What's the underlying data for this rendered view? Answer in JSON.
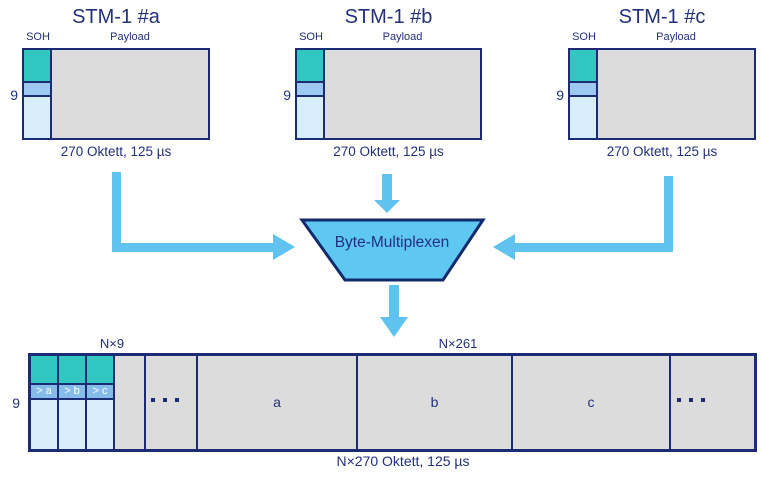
{
  "colors": {
    "navy": "#1c2c74",
    "teal": "#32c7c0",
    "sky_blue": "#5fc2ef",
    "pointer_blue": "#9dc8ef",
    "pointer_cell_blue": "#86bce9",
    "light_blue": "#d9eefb",
    "payload_gray": "#dcdcdc"
  },
  "stm_frames": [
    {
      "title": "STM-1 #a",
      "soh_label": "SOH",
      "payload_label": "Payload",
      "rows_label": "9",
      "caption": "270 Oktett, 125 µs"
    },
    {
      "title": "STM-1 #b",
      "soh_label": "SOH",
      "payload_label": "Payload",
      "rows_label": "9",
      "caption": "270 Oktett, 125 µs"
    },
    {
      "title": "STM-1 #c",
      "soh_label": "SOH",
      "payload_label": "Payload",
      "rows_label": "9",
      "caption": "270 Oktett, 125 µs"
    }
  ],
  "multiplexer": {
    "label": "Byte-Multiplexen"
  },
  "output_frame": {
    "soh_cols_label": "N×9",
    "payload_cols_label": "N×261",
    "rows_label": "9",
    "pointer_cells": [
      "> a",
      "> b",
      "> c"
    ],
    "payload_sections": [
      "a",
      "b",
      "c"
    ],
    "caption": "N×270 Oktett, 125 µs"
  }
}
